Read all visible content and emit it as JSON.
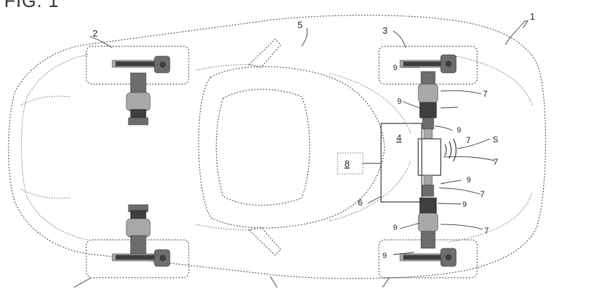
{
  "figure": {
    "title": "FIG. 1"
  },
  "labels": {
    "vehicle": "1",
    "front_axle": "2",
    "rear_axle": "3",
    "motor": "4",
    "body": "5",
    "housing": "6",
    "joint": "7",
    "control_unit": "8",
    "shaft": "9",
    "signal": "S"
  }
}
